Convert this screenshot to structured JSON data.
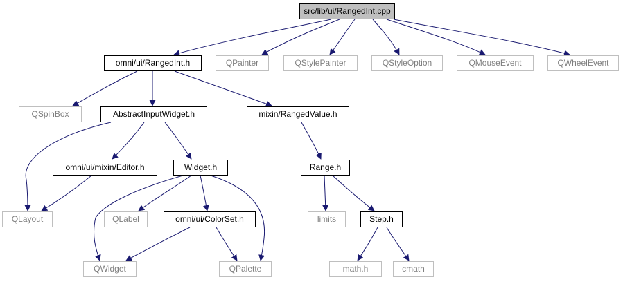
{
  "colors": {
    "edge": "#191970",
    "root_fill": "#bfbfbf",
    "box_border": "#000000",
    "external_border": "#bfbfbf",
    "text": "#000000",
    "external_text": "#7f7f7f"
  },
  "nodes": [
    {
      "id": "root",
      "label": "src/lib/ui/RangedInt.cpp",
      "kind": "root"
    },
    {
      "id": "rangedint_h",
      "label": "omni/ui/RangedInt.h",
      "kind": "local"
    },
    {
      "id": "qpainter",
      "label": "QPainter",
      "kind": "external"
    },
    {
      "id": "qstylepainter",
      "label": "QStylePainter",
      "kind": "external"
    },
    {
      "id": "qstyleoption",
      "label": "QStyleOption",
      "kind": "external"
    },
    {
      "id": "qmouseevent",
      "label": "QMouseEvent",
      "kind": "external"
    },
    {
      "id": "qwheelevent",
      "label": "QWheelEvent",
      "kind": "external"
    },
    {
      "id": "qspinbox",
      "label": "QSpinBox",
      "kind": "external"
    },
    {
      "id": "abstractinputwidget",
      "label": "AbstractInputWidget.h",
      "kind": "local"
    },
    {
      "id": "rangedvalue",
      "label": "mixin/RangedValue.h",
      "kind": "local"
    },
    {
      "id": "editor",
      "label": "omni/ui/mixin/Editor.h",
      "kind": "local"
    },
    {
      "id": "widget_h",
      "label": "Widget.h",
      "kind": "local"
    },
    {
      "id": "range_h",
      "label": "Range.h",
      "kind": "local"
    },
    {
      "id": "qlayout",
      "label": "QLayout",
      "kind": "external"
    },
    {
      "id": "qlabel",
      "label": "QLabel",
      "kind": "external"
    },
    {
      "id": "colorset",
      "label": "omni/ui/ColorSet.h",
      "kind": "local"
    },
    {
      "id": "limits",
      "label": "limits",
      "kind": "external"
    },
    {
      "id": "step_h",
      "label": "Step.h",
      "kind": "local"
    },
    {
      "id": "qwidget",
      "label": "QWidget",
      "kind": "external"
    },
    {
      "id": "qpalette",
      "label": "QPalette",
      "kind": "external"
    },
    {
      "id": "math_h",
      "label": "math.h",
      "kind": "external"
    },
    {
      "id": "cmath",
      "label": "cmath",
      "kind": "external"
    }
  ],
  "edges": [
    {
      "from": "root",
      "to": "rangedint_h"
    },
    {
      "from": "root",
      "to": "qpainter"
    },
    {
      "from": "root",
      "to": "qstylepainter"
    },
    {
      "from": "root",
      "to": "qstyleoption"
    },
    {
      "from": "root",
      "to": "qmouseevent"
    },
    {
      "from": "root",
      "to": "qwheelevent"
    },
    {
      "from": "rangedint_h",
      "to": "qspinbox"
    },
    {
      "from": "rangedint_h",
      "to": "abstractinputwidget"
    },
    {
      "from": "rangedint_h",
      "to": "rangedvalue"
    },
    {
      "from": "abstractinputwidget",
      "to": "qlayout"
    },
    {
      "from": "abstractinputwidget",
      "to": "editor"
    },
    {
      "from": "abstractinputwidget",
      "to": "widget_h"
    },
    {
      "from": "editor",
      "to": "qlayout"
    },
    {
      "from": "widget_h",
      "to": "qwidget"
    },
    {
      "from": "widget_h",
      "to": "qlabel"
    },
    {
      "from": "widget_h",
      "to": "colorset"
    },
    {
      "from": "widget_h",
      "to": "qpalette"
    },
    {
      "from": "colorset",
      "to": "qwidget"
    },
    {
      "from": "colorset",
      "to": "qpalette"
    },
    {
      "from": "rangedvalue",
      "to": "range_h"
    },
    {
      "from": "range_h",
      "to": "limits"
    },
    {
      "from": "range_h",
      "to": "step_h"
    },
    {
      "from": "step_h",
      "to": "math_h"
    },
    {
      "from": "step_h",
      "to": "cmath"
    }
  ]
}
